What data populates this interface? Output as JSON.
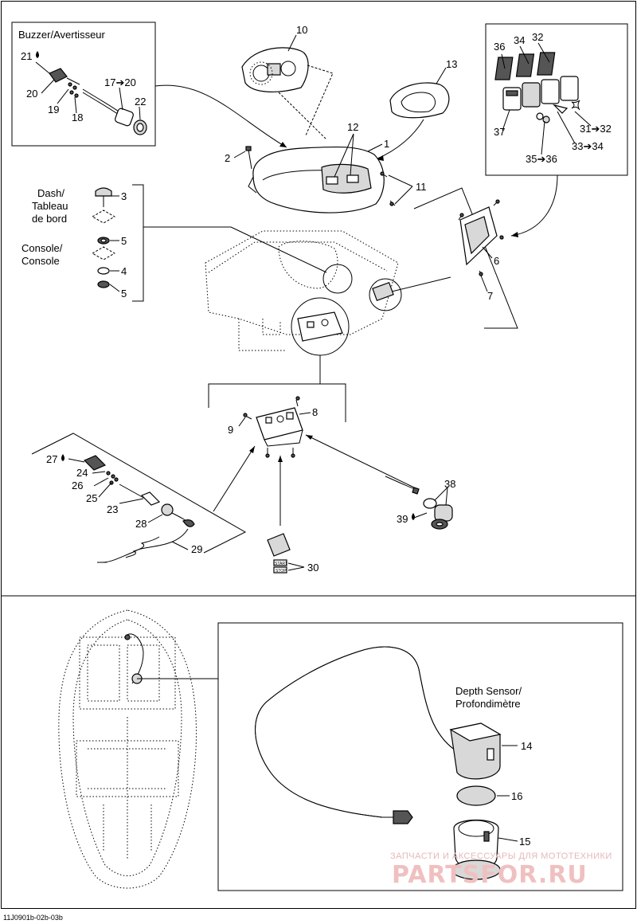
{
  "captions": {
    "buzzer": "Buzzer/Avertisseur",
    "dash_line1": "Dash/",
    "dash_line2": "Tableau",
    "dash_line3": "de bord",
    "console_line1": "Console/",
    "console_line2": "Console",
    "depth_line1": "Depth Sensor/",
    "depth_line2": "Profondimètre"
  },
  "labels": {
    "p1": "1",
    "p2": "2",
    "p3": "3",
    "p4": "4",
    "p5a": "5",
    "p5b": "5",
    "p6": "6",
    "p7": "7",
    "p8": "8",
    "p9": "9",
    "p10": "10",
    "p11": "11",
    "p12": "12",
    "p13": "13",
    "p14": "14",
    "p15": "15",
    "p16": "16",
    "p17_20": "17➔20",
    "p18": "18",
    "p19": "19",
    "p20": "20",
    "p21": "21",
    "p22": "22",
    "p23": "23",
    "p24": "24",
    "p25": "25",
    "p26": "26",
    "p27": "27",
    "p28": "28",
    "p29": "29",
    "p30": "30",
    "p31_32": "31➔32",
    "p32": "32",
    "p33_34": "33➔34",
    "p34": "34",
    "p35_36": "35➔36",
    "p36": "36",
    "p37": "37",
    "p38": "38",
    "p39": "39"
  },
  "tags": {
    "start": "START",
    "stop": "STOP"
  },
  "watermark": {
    "line1": "ЗАПЧАСТИ И АКСЕССУАРЫ ДЛЯ МОТОТЕХНИКИ",
    "line2": "PARTSFOR.RU"
  },
  "footer_code": "11J0901b-02b-03b",
  "icons": {
    "fluid_drop": "drop-icon",
    "arrow": "right-arrow-glyph"
  }
}
